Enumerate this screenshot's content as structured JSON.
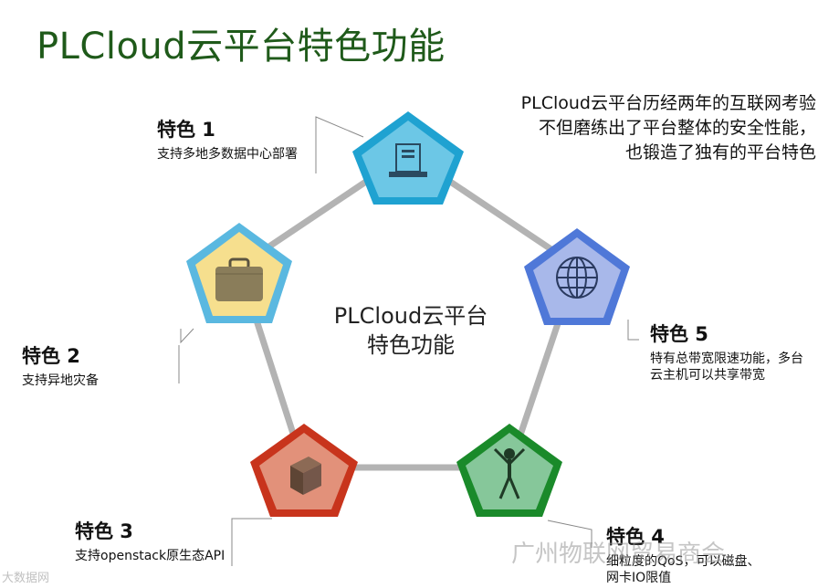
{
  "title": "PLCloud云平台特色功能",
  "intro": {
    "line1": "PLCloud云平台历经两年的互联网考验",
    "line2": "不但磨练出了平台整体的安全性能，",
    "line3": "也锻造了独有的平台特色"
  },
  "center": {
    "line1": "PLCloud云平台",
    "line2": "特色功能"
  },
  "features": [
    {
      "title": "特色 1",
      "desc": "支持多地多数据中心部署",
      "icon": "server-icon",
      "color": "#1fa2d1",
      "fill": "#6cc7e6"
    },
    {
      "title": "特色 2",
      "desc": "支持异地灾备",
      "icon": "briefcase-icon",
      "color": "#5ab8e0",
      "fill": "#f6df8e"
    },
    {
      "title": "特色 3",
      "desc": "支持openstack原生态API",
      "icon": "cube-icon",
      "color": "#c8341c",
      "fill": "#e2917a"
    },
    {
      "title": "特色 4",
      "desc": "细粒度的QoS，可以磁盘、网卡IO限值",
      "icon": "person-icon",
      "color": "#1a8a2a",
      "fill": "#86c79a"
    },
    {
      "title": "特色 5",
      "desc": "特有总带宽限速功能，多台云主机可以共享带宽",
      "icon": "globe-icon",
      "color": "#4f78d8",
      "fill": "#a8b8ea"
    }
  ],
  "watermark": "广州物联网贸易商会",
  "watermark_small": "大数据网"
}
